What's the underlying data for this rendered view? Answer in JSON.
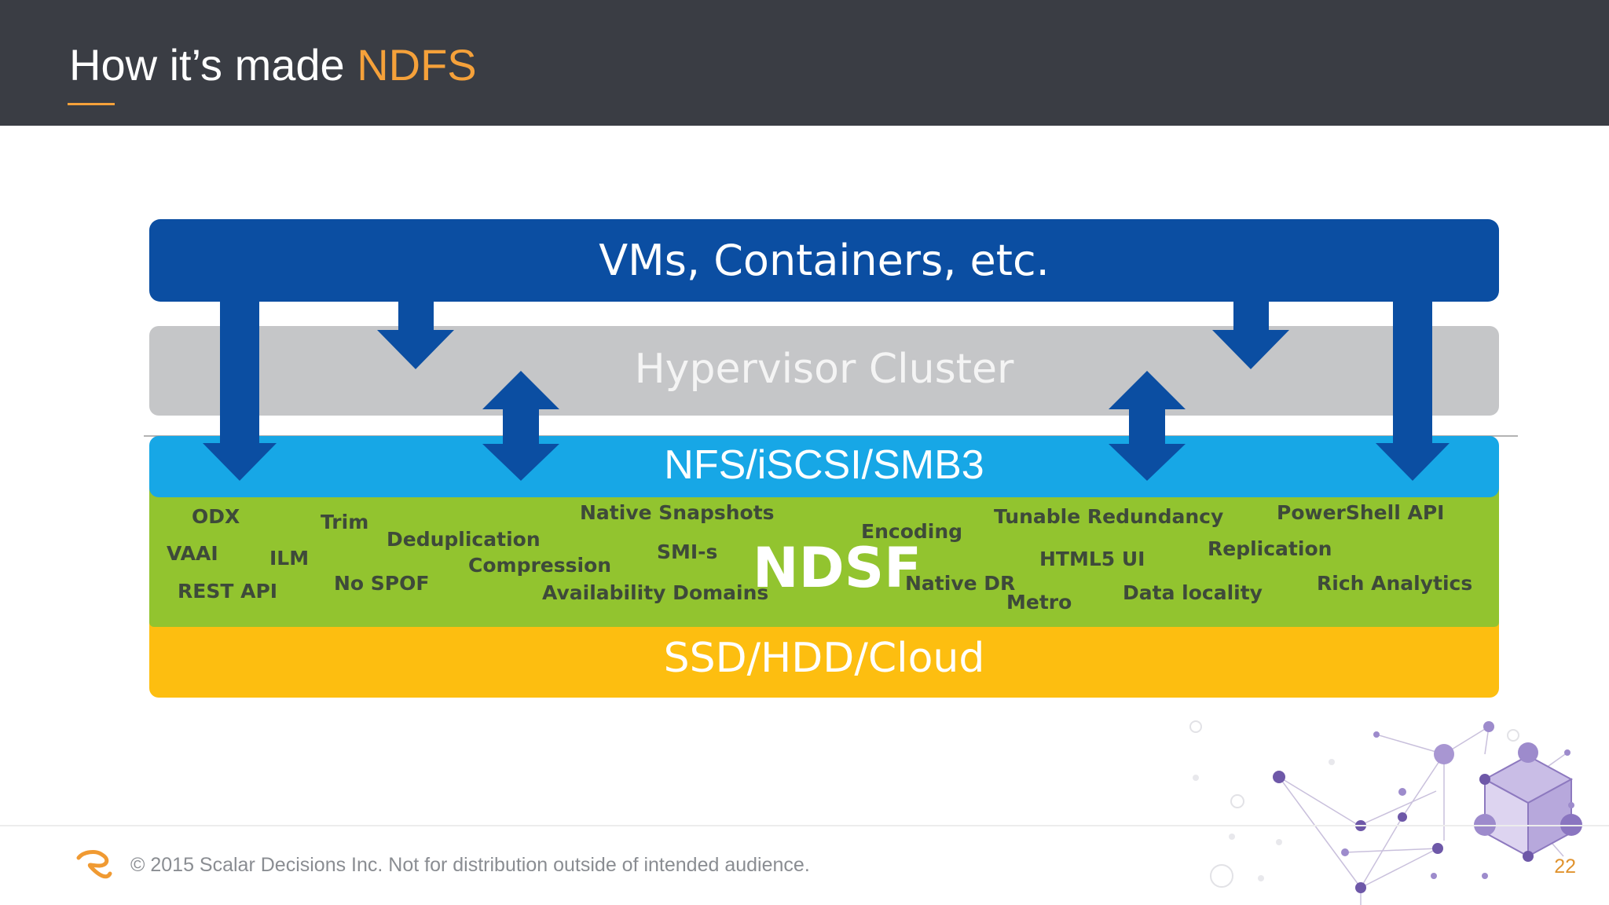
{
  "slide": {
    "title_main": "How it’s made ",
    "title_accent": "NDFS"
  },
  "diagram": {
    "vms_label": "VMs, Containers, etc.",
    "hypervisor_label": "Hypervisor Cluster",
    "nfs_label": "NFS/iSCSI/SMB3",
    "ndsf_label": "NDSF",
    "storage_label": "SSD/HDD/Cloud",
    "features": {
      "odx": "ODX",
      "trim": "Trim",
      "deduplication": "Deduplication",
      "native_snapshots": "Native Snapshots",
      "encoding": "Encoding",
      "tunable_redundancy": "Tunable Redundancy",
      "powershell_api": "PowerShell API",
      "vaai": "VAAI",
      "ilm": "ILM",
      "compression": "Compression",
      "smi_s": "SMI-s",
      "html5_ui": "HTML5 UI",
      "replication": "Replication",
      "rest_api": "REST API",
      "no_spof": "No SPOF",
      "availability_domains": "Availability Domains",
      "native_dr": "Native DR",
      "metro": "Metro",
      "data_locality": "Data locality",
      "rich_analytics": "Rich Analytics"
    },
    "colors": {
      "vms": "#0b4ea2",
      "hypervisor": "#c5c6c8",
      "nfs": "#17a7e6",
      "ndsf": "#92c42f",
      "storage": "#fdbe10",
      "arrows": "#0b4ea2"
    }
  },
  "footer": {
    "copyright": "© 2015 Scalar Decisions Inc. Not for distribution outside of intended audience.",
    "page_number": "22",
    "logo_icon": "scalar-logo-icon",
    "decoration_icon": "molecule-cube-icon"
  },
  "theme": {
    "header_bg": "#3a3d44",
    "accent": "#f5a13a"
  }
}
